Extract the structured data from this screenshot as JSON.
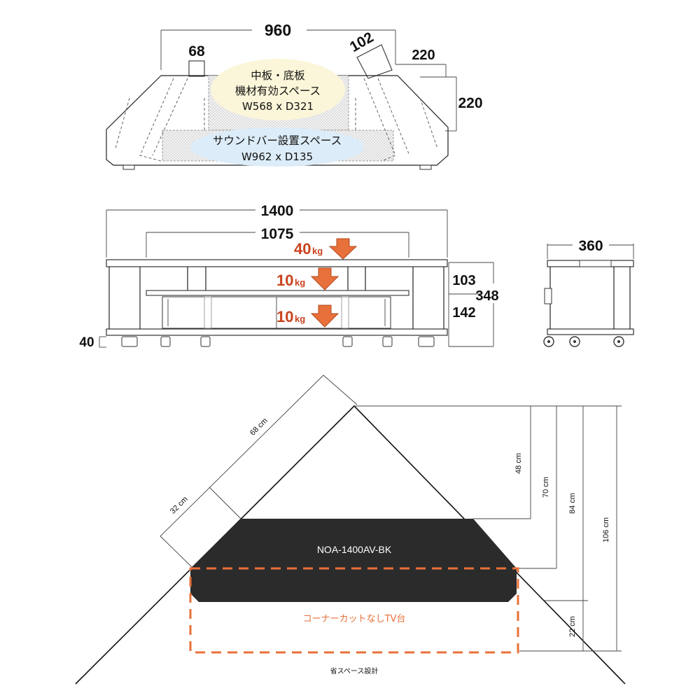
{
  "colors": {
    "accent_orange": "#e8703a",
    "weight_red": "#c8421d",
    "unit_dark": "#2b2b2b",
    "bubble_yellow": "#fbf6d9",
    "bubble_blue": "#dcecf8"
  },
  "top_view": {
    "width_label": "960",
    "depth_label_a": "68",
    "depth_label_b": "102",
    "side_label_a": "220",
    "side_label_b": "220",
    "bubble_1": {
      "line1": "中板・底板",
      "line2": "機材有効スペース",
      "line3": "W568 x D321"
    },
    "bubble_2": {
      "line1": "サウンドバー設置スペース",
      "line2": "W962 x D135"
    }
  },
  "front_view": {
    "total_width": "1400",
    "inner_width": "1075",
    "load_top": "40",
    "load_mid": "10",
    "load_bottom": "10",
    "load_unit": "kg",
    "upper_height": "103",
    "lower_height": "142",
    "total_height": "348",
    "leg_height": "40"
  },
  "side_view": {
    "depth": "360"
  },
  "corner_view": {
    "diag_long": "68 cm",
    "diag_short": "32 cm",
    "h1": "48 cm",
    "h2": "70 cm",
    "h3": "84 cm",
    "h4": "106 cm",
    "h5": "22 cm",
    "model_name": "NOA-1400AV-BK",
    "compare_label": "コーナーカットなしTV台",
    "caption": "省スペース設計"
  }
}
